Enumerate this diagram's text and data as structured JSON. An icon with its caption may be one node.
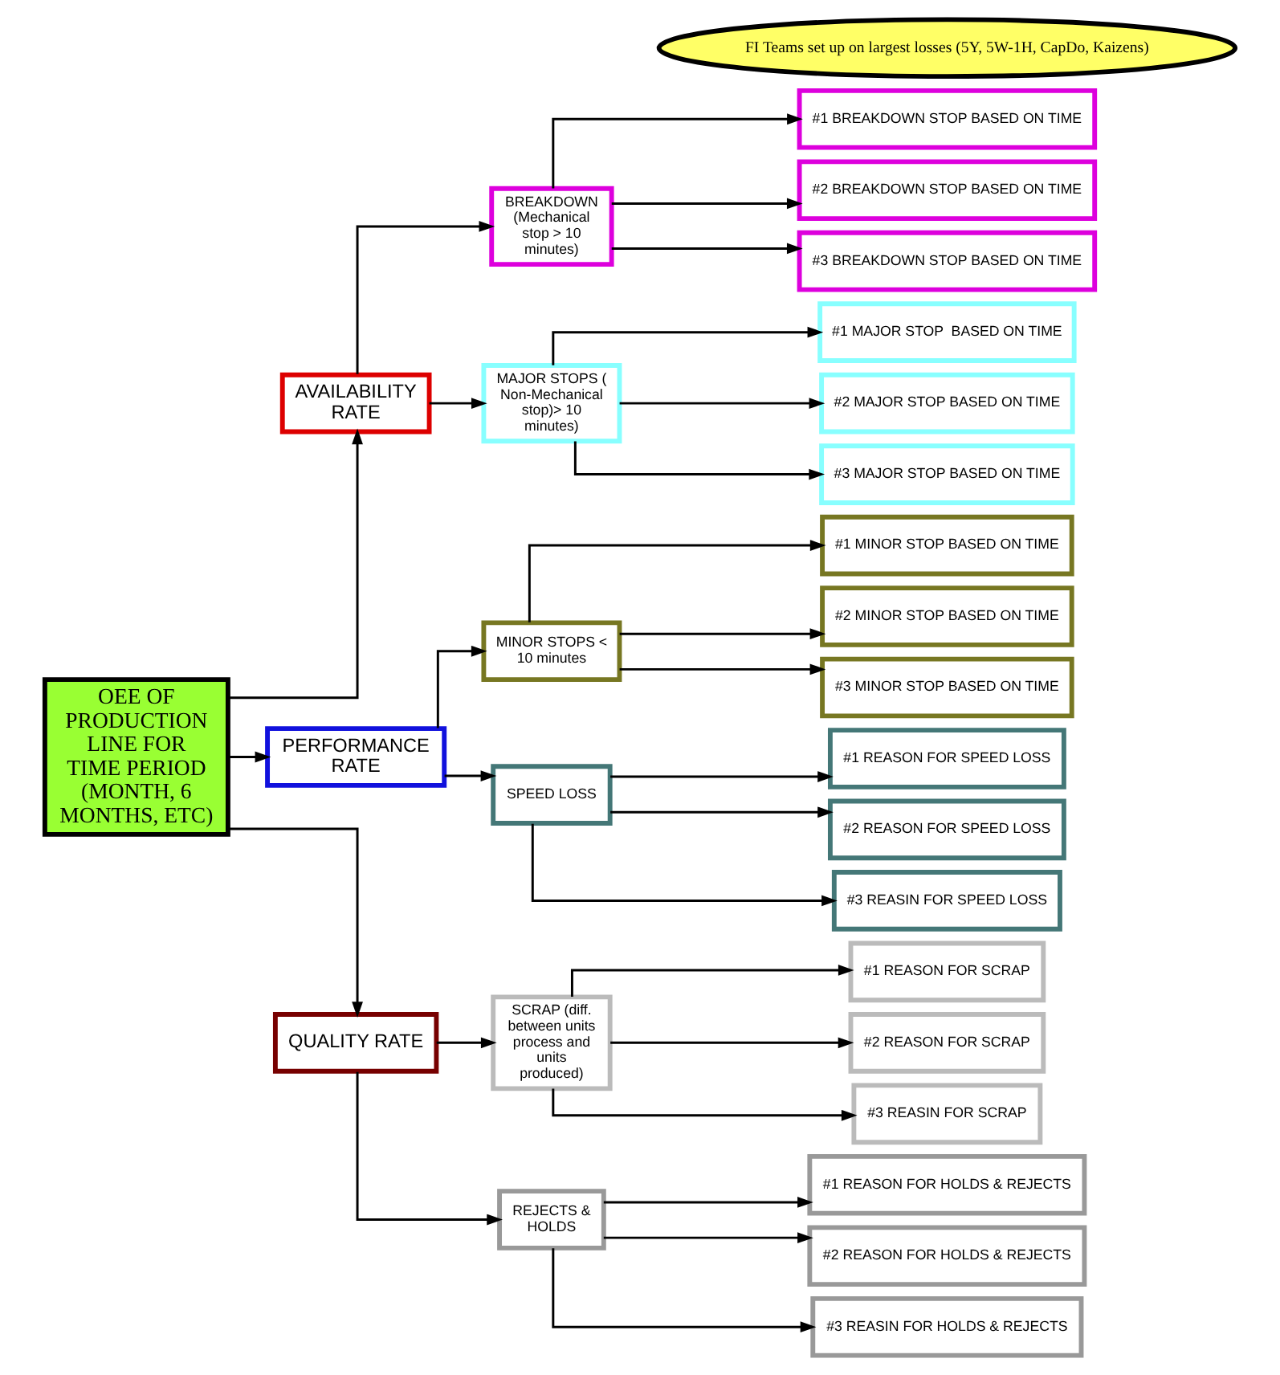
{
  "diagram": {
    "nodes": [
      {
        "text": [
          "FI Teams set up on largest losses (5Y, 5W-1H, CapDo, Kaizens)"
        ]
      },
      {
        "text": [
          "OEE OF PRODUCTION LINE FOR TIME PERIOD (MONTH, 6 MONTHS, ETC)"
        ]
      },
      {
        "text": [
          "AVAILABILITY RATE"
        ]
      },
      {
        "text": [
          "PERFORMANCE RATE"
        ]
      },
      {
        "text": [
          "QUALITY RATE"
        ]
      },
      {
        "text": [
          "BREAKDOWN (Mechanical stop > 10 minutes)"
        ]
      },
      {
        "text": [
          "#1 BREAKDOWN STOP BASED ON TIME"
        ]
      },
      {
        "text": [
          "#2 BREAKDOWN STOP BASED ON TIME"
        ]
      },
      {
        "text": [
          "#3 BREAKDOWN STOP BASED ON TIME"
        ]
      },
      {
        "text": [
          "MAJOR STOPS ( Non-Mechanical stop)> 10 minutes)"
        ]
      },
      {
        "text": [
          "#1 MAJOR STOP  BASED ON TIME"
        ]
      },
      {
        "text": [
          "#2 MAJOR STOP BASED ON TIME"
        ]
      },
      {
        "text": [
          "#3 MAJOR STOP BASED ON TIME"
        ]
      },
      {
        "text": [
          "MINOR STOPS < 10 minutes"
        ]
      },
      {
        "text": [
          "#1 MINOR STOP BASED ON TIME"
        ]
      },
      {
        "text": [
          "#2 MINOR STOP BASED ON TIME"
        ]
      },
      {
        "text": [
          "#3 MINOR STOP BASED ON TIME"
        ]
      },
      {
        "text": [
          "SPEED LOSS"
        ]
      },
      {
        "text": [
          "#1 REASON FOR SPEED LOSS"
        ]
      },
      {
        "text": [
          "#2 REASON FOR SPEED LOSS"
        ]
      },
      {
        "text": [
          "#3 REASIN FOR SPEED LOSS"
        ]
      },
      {
        "text": [
          "SCRAP (diff. between units process and units produced)"
        ]
      },
      {
        "text": [
          "#1 REASON FOR SCRAP"
        ]
      },
      {
        "text": [
          "#2 REASON FOR SCRAP"
        ]
      },
      {
        "text": [
          "#3 REASIN FOR SCRAP"
        ]
      },
      {
        "text": [
          "REJECTS & HOLDS"
        ]
      },
      {
        "text": [
          "#1 REASON FOR HOLDS & REJECTS"
        ]
      },
      {
        "text": [
          "#2 REASON FOR HOLDS & REJECTS"
        ]
      },
      {
        "text": [
          "#3 REASIN FOR HOLDS & REJECTS"
        ]
      }
    ],
    "edges": [
      {
        "from": 1,
        "to": 2,
        "arrow": "to"
      },
      {
        "from": 1,
        "to": 3,
        "arrow": "to"
      },
      {
        "from": 1,
        "to": 4,
        "arrow": "to"
      },
      {
        "from": 2,
        "to": 5,
        "arrow": "to"
      },
      {
        "from": 2,
        "to": 9,
        "arrow": "to"
      },
      {
        "from": 3,
        "to": 13,
        "arrow": "to"
      },
      {
        "from": 3,
        "to": 17,
        "arrow": "to"
      },
      {
        "from": 4,
        "to": 21,
        "arrow": "to"
      },
      {
        "from": 4,
        "to": 25,
        "arrow": "to"
      },
      {
        "from": 5,
        "to": 6,
        "arrow": "to"
      },
      {
        "from": 5,
        "to": 7,
        "arrow": "to"
      },
      {
        "from": 5,
        "to": 8,
        "arrow": "to"
      },
      {
        "from": 9,
        "to": 10,
        "arrow": "to"
      },
      {
        "from": 9,
        "to": 11,
        "arrow": "to"
      },
      {
        "from": 9,
        "to": 12,
        "arrow": "to"
      },
      {
        "from": 13,
        "to": 14,
        "arrow": "to"
      },
      {
        "from": 13,
        "to": 15,
        "arrow": "to"
      },
      {
        "from": 13,
        "to": 16,
        "arrow": "to"
      },
      {
        "from": 17,
        "to": 18,
        "arrow": "to"
      },
      {
        "from": 17,
        "to": 19,
        "arrow": "to"
      },
      {
        "from": 17,
        "to": 20,
        "arrow": "to"
      },
      {
        "from": 21,
        "to": 22,
        "arrow": "to"
      },
      {
        "from": 21,
        "to": 23,
        "arrow": "to"
      },
      {
        "from": 21,
        "to": 24,
        "arrow": "to"
      },
      {
        "from": 25,
        "to": 26,
        "arrow": "to"
      },
      {
        "from": 25,
        "to": 27,
        "arrow": "to"
      },
      {
        "from": 25,
        "to": 28,
        "arrow": "to"
      }
    ]
  }
}
